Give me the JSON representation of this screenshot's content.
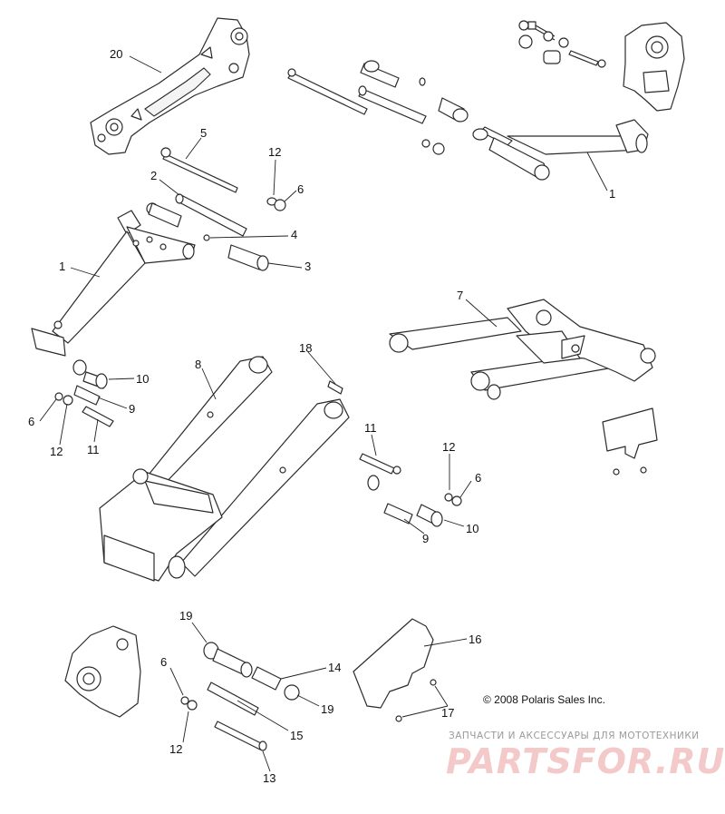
{
  "callouts": [
    {
      "id": "c20",
      "text": "20"
    },
    {
      "id": "c5",
      "text": "5"
    },
    {
      "id": "c12a",
      "text": "12"
    },
    {
      "id": "c6a",
      "text": "6"
    },
    {
      "id": "c2",
      "text": "2"
    },
    {
      "id": "c4",
      "text": "4"
    },
    {
      "id": "c3",
      "text": "3"
    },
    {
      "id": "c1a",
      "text": "1"
    },
    {
      "id": "c1b",
      "text": "1"
    },
    {
      "id": "c7",
      "text": "7"
    },
    {
      "id": "c8",
      "text": "8"
    },
    {
      "id": "c18",
      "text": "18"
    },
    {
      "id": "c10a",
      "text": "10"
    },
    {
      "id": "c9a",
      "text": "9"
    },
    {
      "id": "c6b",
      "text": "6"
    },
    {
      "id": "c12b",
      "text": "12"
    },
    {
      "id": "c11a",
      "text": "11"
    },
    {
      "id": "c11b",
      "text": "11"
    },
    {
      "id": "c12c",
      "text": "12"
    },
    {
      "id": "c6c",
      "text": "6"
    },
    {
      "id": "c9b",
      "text": "9"
    },
    {
      "id": "c10b",
      "text": "10"
    },
    {
      "id": "c19a",
      "text": "19"
    },
    {
      "id": "c6d",
      "text": "6"
    },
    {
      "id": "c14",
      "text": "14"
    },
    {
      "id": "c19b",
      "text": "19"
    },
    {
      "id": "c15",
      "text": "15"
    },
    {
      "id": "c12d",
      "text": "12"
    },
    {
      "id": "c13",
      "text": "13"
    },
    {
      "id": "c16",
      "text": "16"
    },
    {
      "id": "c17",
      "text": "17"
    }
  ],
  "copyright": "© 2008 Polaris Sales Inc.",
  "watermark": {
    "tagline": "ЗАПЧАСТИ И АКСЕССУАРЫ ДЛЯ МОТОТЕХНИКИ",
    "logo": "PARTSFOR.RU"
  }
}
